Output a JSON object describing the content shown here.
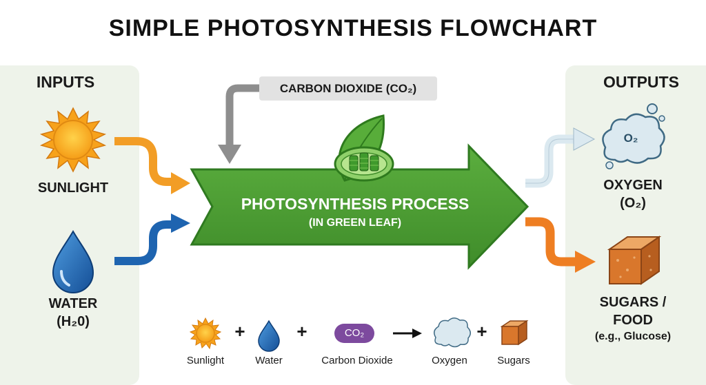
{
  "title": "SIMPLE PHOTOSYNTHESIS FLOWCHART",
  "inputs": {
    "heading": "INPUTS",
    "sunlight": "SUNLIGHT",
    "water_line1": "WATER",
    "water_line2": "(H₂0)"
  },
  "carbon_dioxide_label": "CARBON DIOXIDE (CO₂)",
  "process": {
    "title": "PHOTOSYNTHESIS PROCESS",
    "subtitle": "(IN GREEN LEAF)"
  },
  "outputs": {
    "heading": "OUTPUTS",
    "oxygen_line1": "OXYGEN",
    "oxygen_line2": "(O₂)",
    "oxygen_icon_text": "O₂",
    "sugars_line1": "SUGARS /",
    "sugars_line2": "FOOD",
    "sugars_line3": "(e.g., Glucose)"
  },
  "equation": {
    "sunlight": "Sunlight",
    "water": "Water",
    "carbon_dioxide": "Carbon Dioxide",
    "co2_pill": "CO₂",
    "oxygen": "Oxygen",
    "sugars": "Sugars",
    "plus": "+"
  },
  "colors": {
    "panel_bg": "#eef3ea",
    "process_arrow": "#4e9e35",
    "sun": "#f7a21b",
    "water": "#1e64b0",
    "co2_arrow": "#8e8e8e",
    "oxygen_arrow": "#dbe9f0",
    "sugar_arrow": "#ee7e22",
    "sugar_cube": "#d9772c",
    "co2_pill": "#7d4a9e"
  },
  "icons": [
    "sun-icon",
    "water-drop-icon",
    "leaf-icon",
    "chloroplast-icon",
    "oxygen-bubbles-icon",
    "sugar-cube-icon"
  ]
}
